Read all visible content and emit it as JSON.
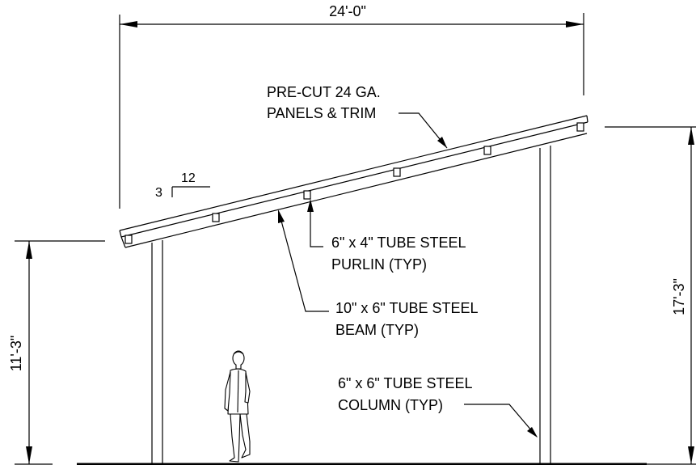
{
  "dimensions": {
    "overall_width": "24'-0\"",
    "high_side_height": "17'-3\"",
    "low_side_height": "11'-3\""
  },
  "slope": {
    "rise": "3",
    "run": "12"
  },
  "callouts": {
    "panels": [
      "PRE-CUT 24 GA.",
      "PANELS & TRIM"
    ],
    "purlin": [
      "6\" x 4\" TUBE STEEL",
      "PURLIN (TYP)"
    ],
    "beam": [
      "10\" x 6\" TUBE STEEL",
      "BEAM (TYP)"
    ],
    "column": [
      "6\" x 6\" TUBE STEEL",
      "COLUMN (TYP)"
    ]
  },
  "colors": {
    "linework": "#000000",
    "background": "#ffffff"
  }
}
